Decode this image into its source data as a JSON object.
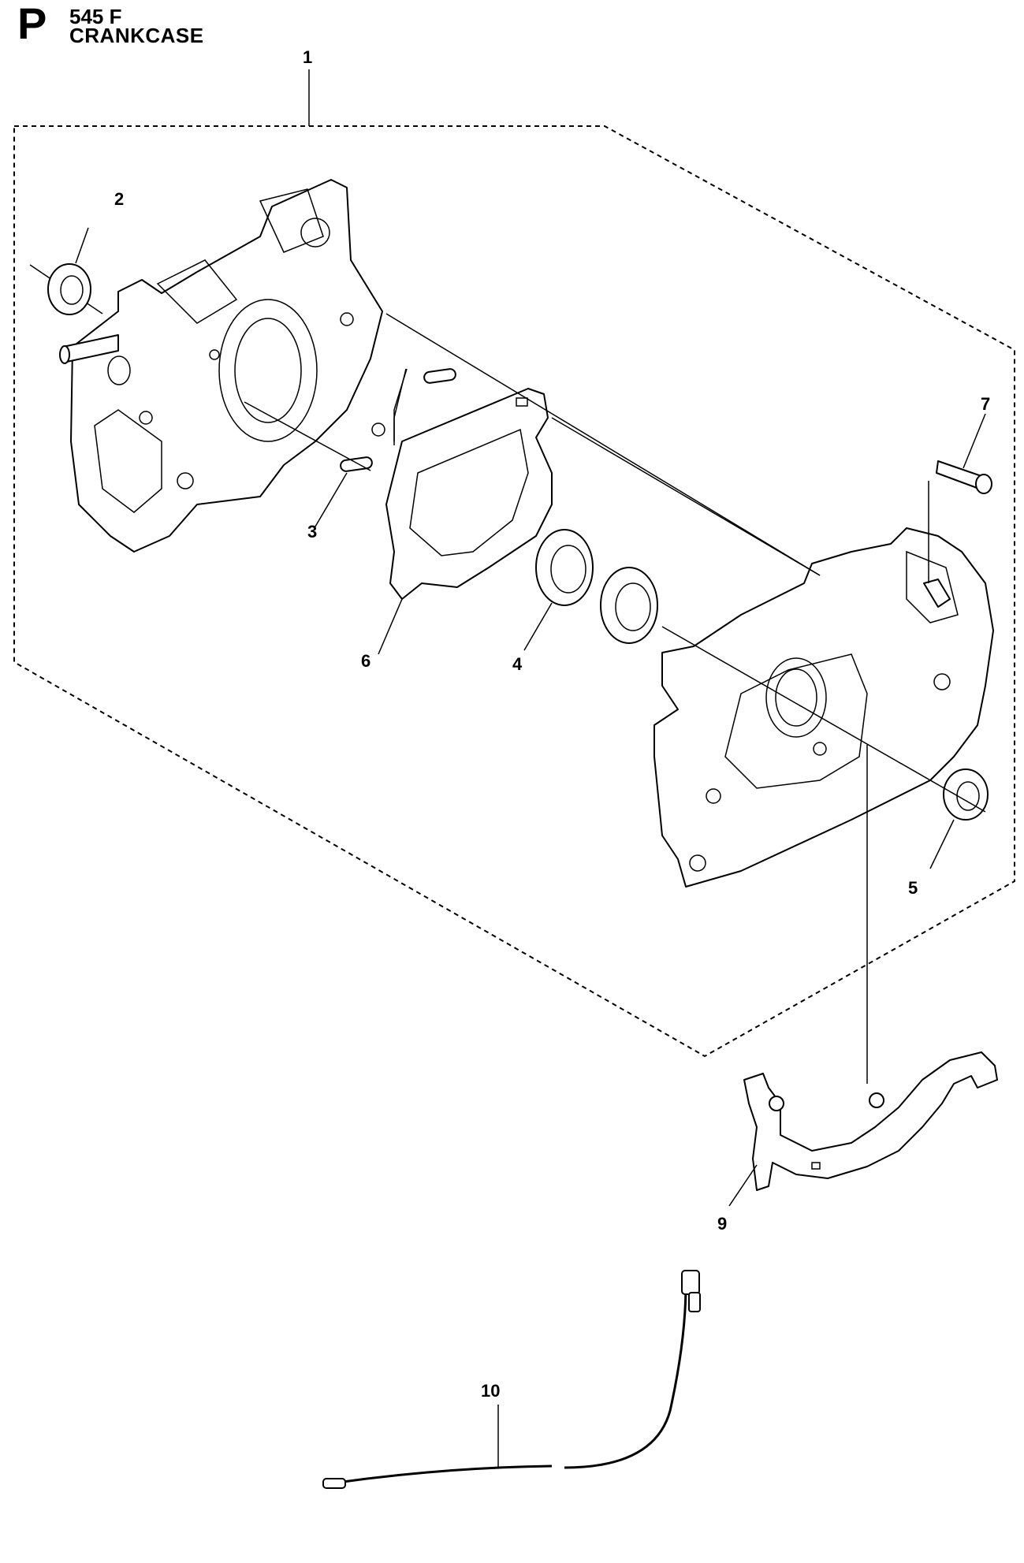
{
  "header": {
    "section_letter": "P",
    "model": "545 F",
    "title": "CRANKCASE"
  },
  "callouts": [
    "1",
    "2",
    "3",
    "4",
    "5",
    "6",
    "7",
    "9",
    "10"
  ]
}
